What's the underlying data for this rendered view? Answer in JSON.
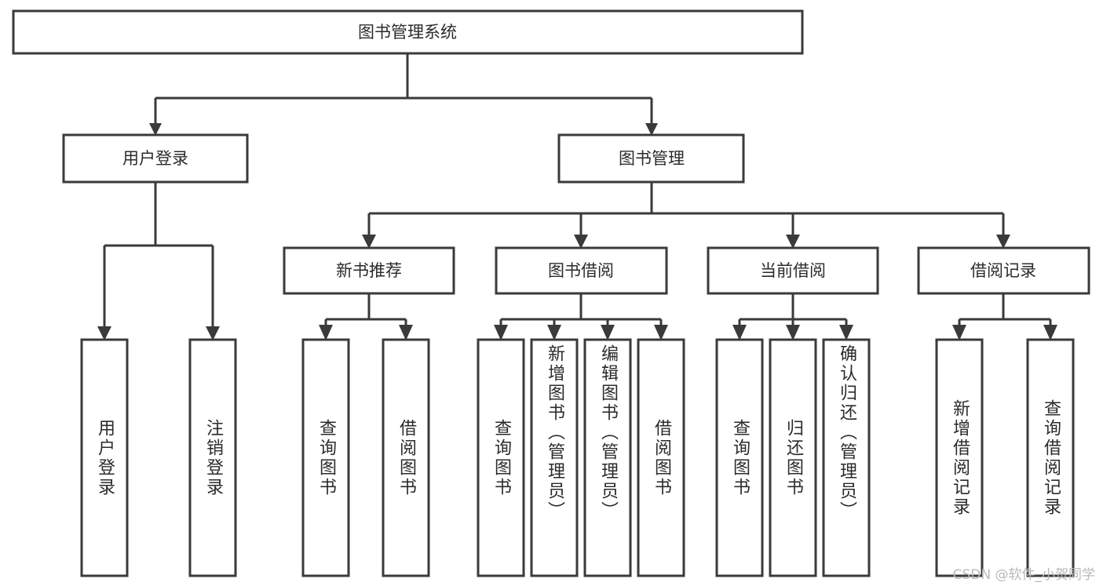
{
  "diagram": {
    "type": "tree-hierarchy-flowchart",
    "title": "图书管理系统",
    "colors": {
      "stroke": "#3a3a3a",
      "box_fill": "#ffffff",
      "text": "#2b2b2b",
      "background": "#ffffff",
      "watermark": "#b9b9b9"
    },
    "levels": {
      "level1": [
        {
          "id": "root",
          "label": "图书管理系统",
          "orientation": "horizontal"
        }
      ],
      "level2": [
        {
          "id": "user-login",
          "label": "用户登录",
          "orientation": "horizontal"
        },
        {
          "id": "book-manage",
          "label": "图书管理",
          "orientation": "horizontal"
        }
      ],
      "level3": [
        {
          "id": "new-book-rec",
          "label": "新书推荐",
          "orientation": "horizontal",
          "parent": "book-manage"
        },
        {
          "id": "book-borrow",
          "label": "图书借阅",
          "orientation": "horizontal",
          "parent": "book-manage"
        },
        {
          "id": "current-borrow",
          "label": "当前借阅",
          "orientation": "horizontal",
          "parent": "book-manage"
        },
        {
          "id": "borrow-record",
          "label": "借阅记录",
          "orientation": "horizontal",
          "parent": "book-manage"
        }
      ],
      "leaves": [
        {
          "id": "leaf-user-login",
          "label": "用户登录",
          "orientation": "vertical",
          "parent": "user-login"
        },
        {
          "id": "leaf-logout-login",
          "label": "注销登录",
          "orientation": "vertical",
          "parent": "user-login"
        },
        {
          "id": "leaf-query-book-1",
          "label": "查询图书",
          "orientation": "vertical",
          "parent": "new-book-rec"
        },
        {
          "id": "leaf-borrow-book-1",
          "label": "借阅图书",
          "orientation": "vertical",
          "parent": "new-book-rec"
        },
        {
          "id": "leaf-query-book-2",
          "label": "查询图书",
          "orientation": "vertical",
          "parent": "book-borrow"
        },
        {
          "id": "leaf-add-book",
          "label": "新增图书（管理员）",
          "orientation": "vertical",
          "parent": "book-borrow"
        },
        {
          "id": "leaf-edit-book",
          "label": "编辑图书（管理员）",
          "orientation": "vertical",
          "parent": "book-borrow"
        },
        {
          "id": "leaf-borrow-book-2",
          "label": "借阅图书",
          "orientation": "vertical",
          "parent": "book-borrow"
        },
        {
          "id": "leaf-query-book-3",
          "label": "查询图书",
          "orientation": "vertical",
          "parent": "current-borrow"
        },
        {
          "id": "leaf-return-book",
          "label": "归还图书",
          "orientation": "vertical",
          "parent": "current-borrow"
        },
        {
          "id": "leaf-confirm-return",
          "label": "确认归还（管理员）",
          "orientation": "vertical",
          "parent": "current-borrow"
        },
        {
          "id": "leaf-add-record",
          "label": "新增借阅记录",
          "orientation": "vertical",
          "parent": "borrow-record"
        },
        {
          "id": "leaf-query-record",
          "label": "查询借阅记录",
          "orientation": "vertical",
          "parent": "borrow-record"
        }
      ]
    }
  },
  "watermark": {
    "text": "CSDN @软件_小贺同学"
  }
}
